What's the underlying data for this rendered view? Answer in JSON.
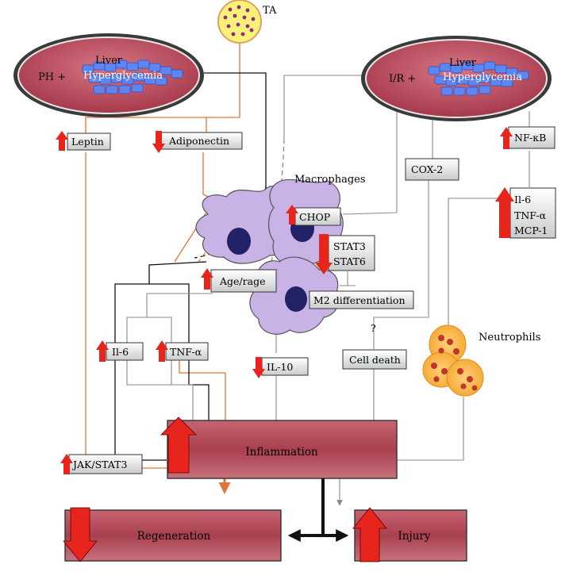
{
  "liver_left": {
    "title": "Liver",
    "prefix": "PH +",
    "condition": "Hyperglycemia"
  },
  "liver_right": {
    "title": "Liver",
    "prefix": "I/R +",
    "condition": "Hyperglycemia"
  },
  "ta_label": "TA",
  "macrophages_label": "Macrophages",
  "neutrophils_label": "Neutrophils",
  "factors": {
    "leptin": "Leptin",
    "adiponectin": "Adiponectin",
    "chop": "CHOP",
    "stat3": "STAT3",
    "stat6": "STAT6",
    "age_rage": "Age/rage",
    "m2": "M2 differentiation",
    "il6_left": "Il-6",
    "tnf_left": "TNF-α",
    "il10": "IL-10",
    "cox2": "COX-2",
    "nfkb": "NF-κB",
    "il6_right": "Il-6",
    "tnf_right": "TNF-α",
    "mcp1": "MCP-1",
    "cell_death": "Cell death",
    "question": "?",
    "jak": "JAK/STAT3"
  },
  "outcomes": {
    "inflammation": "Inflammation",
    "regeneration": "Regeneration",
    "injury": "Injury"
  },
  "colors": {
    "orange_line": "#e0773a",
    "gray_line": "#8a8a8a",
    "black_line": "#111111",
    "arrow_red": "#e8251c",
    "cell_purple": "#c9b2e6",
    "nucleus": "#222266",
    "box_fill": "#dfe3e3",
    "maroon": "#b24b5a"
  }
}
